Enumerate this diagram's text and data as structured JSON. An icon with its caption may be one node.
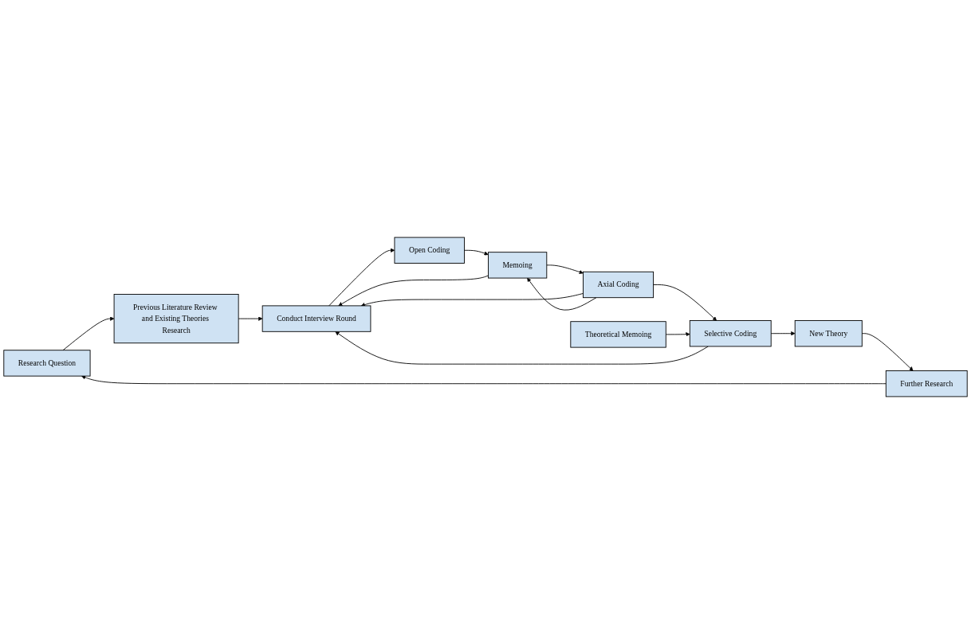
{
  "diagram": {
    "nodes": [
      {
        "text": [
          "Research Question"
        ]
      },
      {
        "text": [
          "Previous Literature Review and Existing Theories Research"
        ]
      },
      {
        "text": [
          "Conduct Interview Round"
        ]
      },
      {
        "text": [
          "Theoretical Memoing"
        ]
      },
      {
        "text": [
          "Open Coding"
        ]
      },
      {
        "text": [
          "Selective Coding"
        ]
      },
      {
        "text": [
          "Axial Coding"
        ]
      },
      {
        "text": [
          "Memoing"
        ]
      },
      {
        "text": [
          "New Theory"
        ]
      },
      {
        "text": [
          "Further Research"
        ]
      }
    ],
    "edges": [
      {
        "from": 0,
        "to": 1,
        "arrow": "to"
      },
      {
        "from": 1,
        "to": 2,
        "arrow": "to"
      },
      {
        "from": 2,
        "to": 4,
        "arrow": "to"
      },
      {
        "from": 4,
        "to": 7,
        "arrow": "to"
      },
      {
        "from": 7,
        "to": 6,
        "arrow": "to"
      },
      {
        "from": 6,
        "to": 5,
        "arrow": "to"
      },
      {
        "from": 3,
        "to": 5,
        "arrow": "to"
      },
      {
        "from": 5,
        "to": 8,
        "arrow": "to"
      },
      {
        "from": 8,
        "to": 9,
        "arrow": "to"
      },
      {
        "from": 9,
        "to": 0,
        "arrow": "to"
      },
      {
        "from": 5,
        "to": 2,
        "arrow": "to"
      },
      {
        "from": 6,
        "to": 2,
        "arrow": "to"
      },
      {
        "from": 7,
        "to": 2,
        "arrow": "to"
      },
      {
        "from": 6,
        "to": 7,
        "arrow": "to"
      }
    ]
  }
}
